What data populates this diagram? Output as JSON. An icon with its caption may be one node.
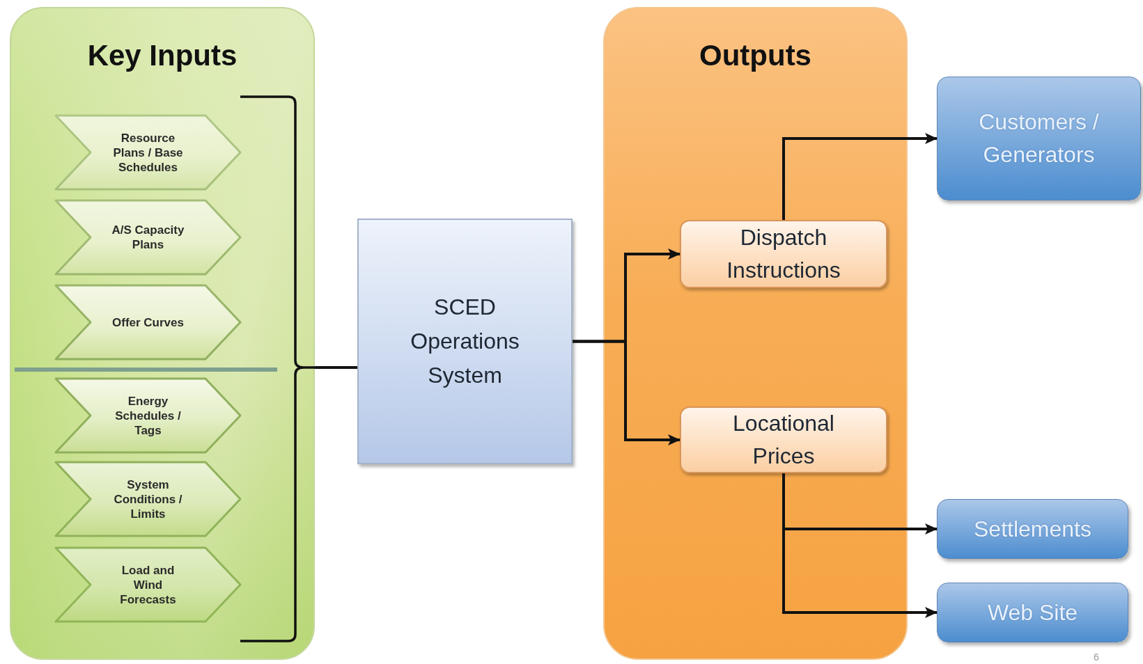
{
  "diagram": {
    "nodes": [
      {
        "text": [
          "Key Inputs"
        ]
      },
      {
        "text": [
          "Resource Plans / Base Schedules"
        ],
        "in": 0
      },
      {
        "text": [
          "A/S Capacity Plans"
        ],
        "in": 0
      },
      {
        "text": [
          "Offer Curves"
        ],
        "in": 0
      },
      {
        "text": [
          "Energy Schedules / Tags"
        ],
        "in": 0
      },
      {
        "text": [
          "System Conditions / Limits"
        ],
        "in": 0
      },
      {
        "text": [
          "Load and Wind Forecasts"
        ],
        "in": 0
      },
      {
        "text": [
          "SCED Operations System"
        ]
      },
      {
        "text": [
          "Outputs"
        ]
      },
      {
        "text": [
          "Dispatch Instructions"
        ],
        "in": 8
      },
      {
        "text": [
          "Locational Prices"
        ],
        "in": 8
      },
      {
        "text": [
          "Customers / Generators"
        ]
      },
      {
        "text": [
          "Settlements"
        ]
      },
      {
        "text": [
          "Web Site"
        ]
      }
    ],
    "edges": [
      {
        "from": 0,
        "to": 7,
        "arrow": "none"
      },
      {
        "from": 7,
        "to": 9,
        "arrow": "to"
      },
      {
        "from": 7,
        "to": 10,
        "arrow": "to"
      },
      {
        "from": 9,
        "to": 11,
        "arrow": "to"
      },
      {
        "from": 10,
        "to": 12,
        "arrow": "to"
      },
      {
        "from": 10,
        "to": 13,
        "arrow": "to"
      }
    ],
    "labels": [
      "6"
    ]
  }
}
